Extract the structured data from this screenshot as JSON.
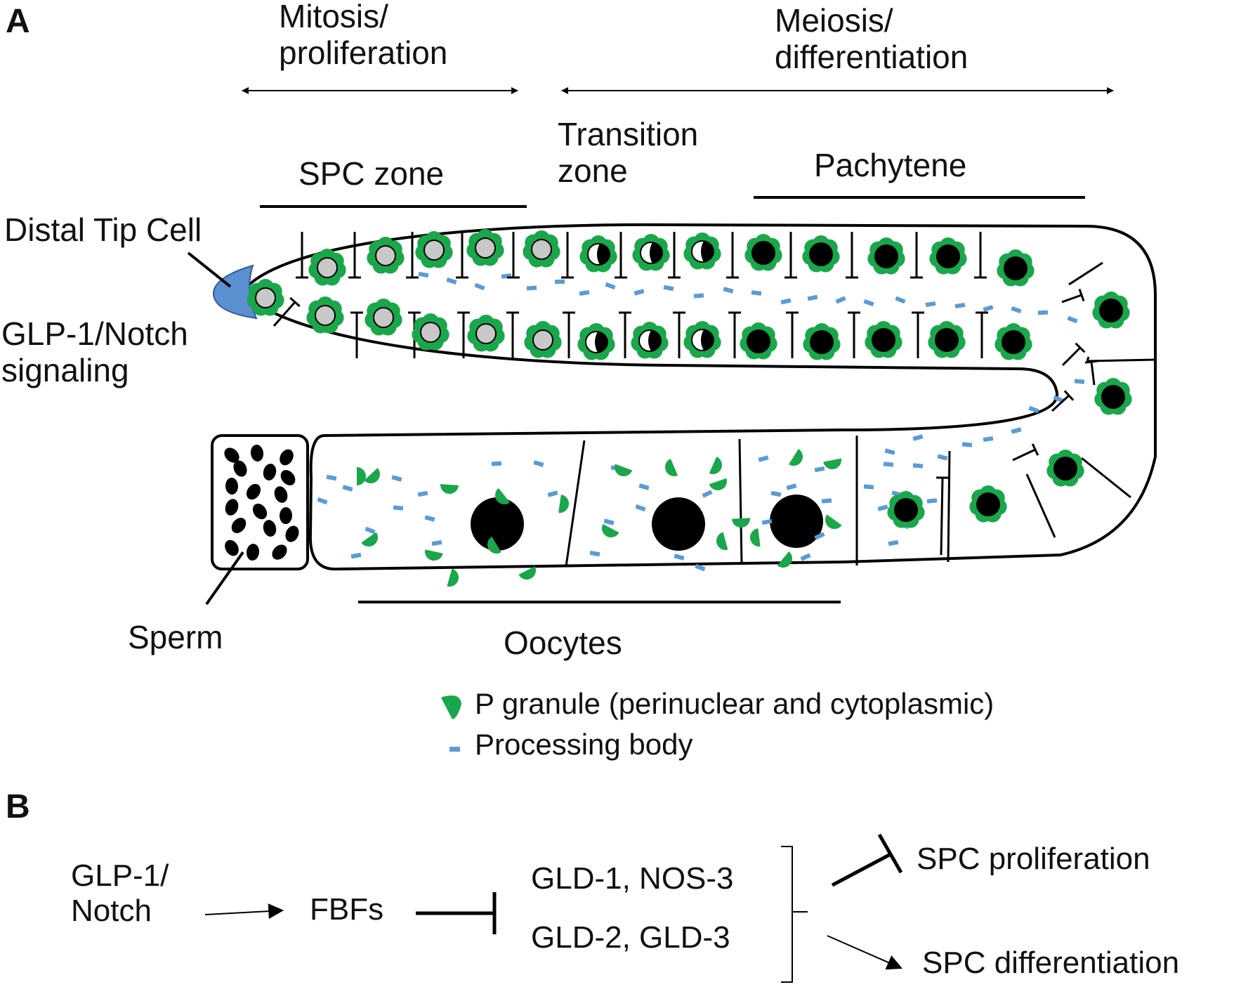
{
  "panel_a": {
    "letter": "A",
    "phase_mitosis": "Mitosis/\nproliferation",
    "phase_meiosis": "Meiosis/\ndifferentiation",
    "zone_spc": "SPC zone",
    "zone_transition": "Transition\nzone",
    "zone_pachytene": "Pachytene",
    "distal_tip_cell": "Distal Tip Cell",
    "glp1_signaling": "GLP-1/Notch\nsignaling",
    "sperm": "Sperm",
    "oocytes": "Oocytes",
    "legend": [
      {
        "symbol": "p-granule-icon",
        "label": "P granule (perinuclear and cytoplasmic)"
      },
      {
        "symbol": "processing-body-icon",
        "label": "Processing body"
      }
    ]
  },
  "panel_b": {
    "letter": "B",
    "glp1_notch": "GLP-1/\nNotch",
    "fbfs": "FBFs",
    "gld1_nos3": "GLD-1, NOS-3",
    "gld2_gld3": "GLD-2, GLD-3",
    "spc_proliferation": "SPC proliferation",
    "spc_differentiation": "SPC differentiation"
  },
  "colors": {
    "p_granule": "#1aa64a",
    "processing_body": "#5b9bd5",
    "distal_tip_cell": "#5b8fd0",
    "mitotic_nucleus": "#c8c8c8",
    "nucleus": "#000000"
  }
}
